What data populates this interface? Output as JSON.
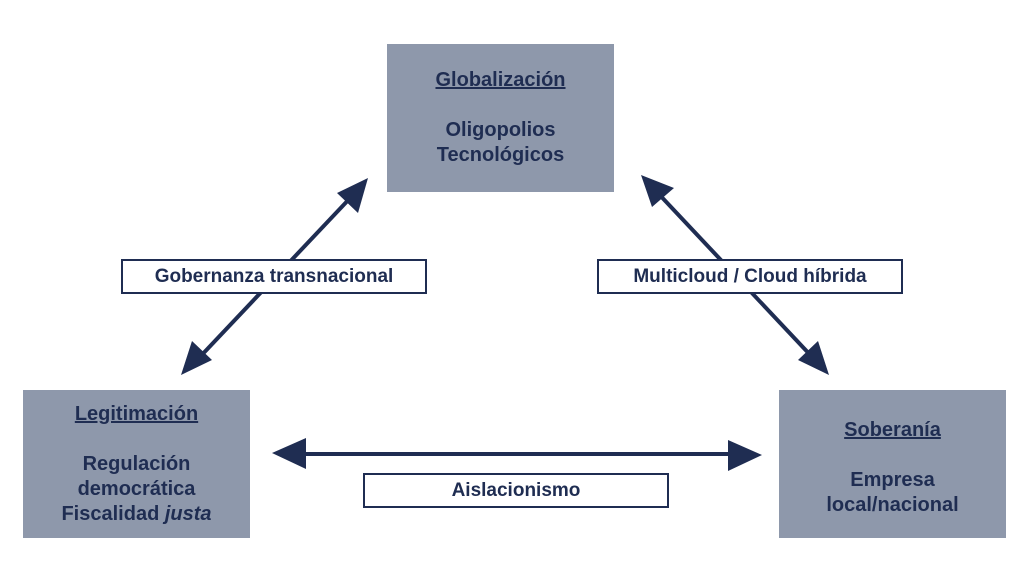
{
  "nodes": {
    "top": {
      "title": "Globalización",
      "line1": "Oligopolios",
      "line2": "Tecnológicos"
    },
    "left": {
      "title": "Legitimación",
      "line1": "Regulación",
      "line2": "democrática",
      "line3": "Fiscalidad",
      "line3_em": "justa"
    },
    "right": {
      "title": "Soberanía",
      "line1": "Empresa",
      "line2": "local/nacional"
    }
  },
  "edges": {
    "left": "Gobernanza transnacional",
    "right": "Multicloud / Cloud híbrida",
    "bottom": "Aislacionismo"
  },
  "colors": {
    "node_fill": "#8e98ab",
    "ink": "#1f2d52",
    "background": "#ffffff"
  }
}
